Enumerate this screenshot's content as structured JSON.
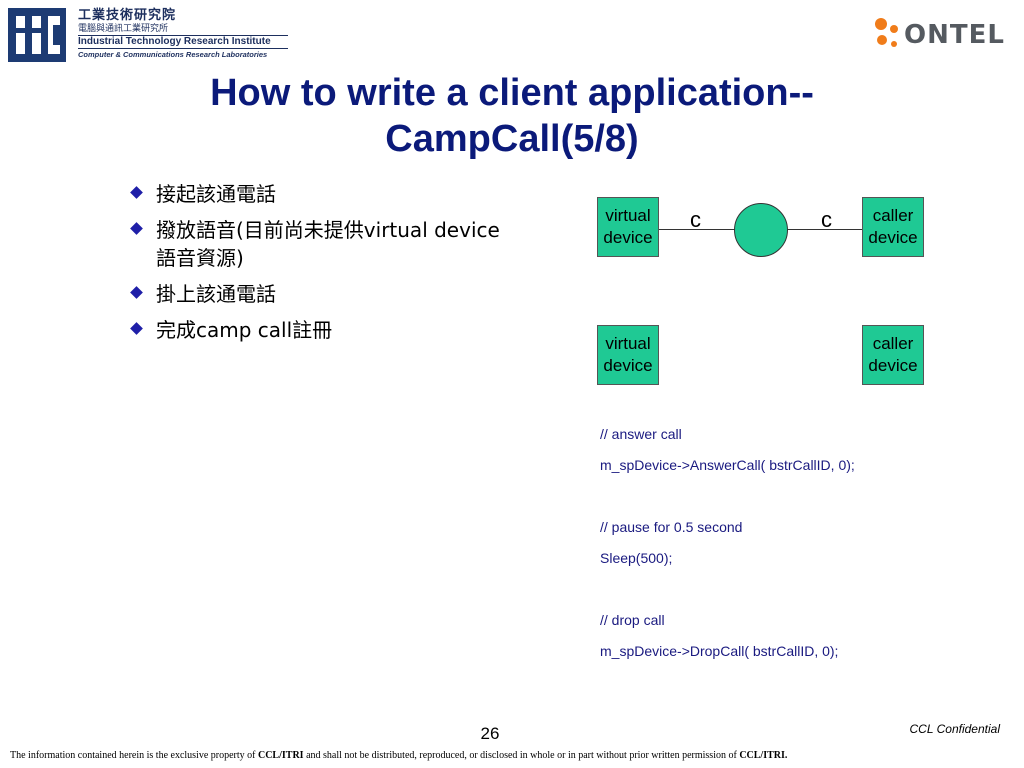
{
  "header": {
    "itri_name_zh": "工業技術研究院",
    "itri_division_zh": "電腦與通訊工業研究所",
    "itri_name_en": "Industrial Technology Research Institute",
    "itri_division_en": "Computer & Communications Research Laboratories",
    "ontel_logo_text": "ONTEL"
  },
  "title": "How to write a client application--CampCall(5/8)",
  "bullets": [
    {
      "text": "接起該通電話"
    },
    {
      "text": "撥放語音(目前尚未提供virtual device語音資源)"
    },
    {
      "text": "掛上該通電話"
    },
    {
      "text": "完成camp call註冊"
    }
  ],
  "diagram": {
    "top_left_box": {
      "line1": "virtual",
      "line2": "device"
    },
    "top_right_box": {
      "line1": "caller",
      "line2": "device"
    },
    "left_connection_label": "c",
    "right_connection_label": "c",
    "bottom_left_box": {
      "line1": "virtual",
      "line2": "device"
    },
    "bottom_right_box": {
      "line1": "caller",
      "line2": "device"
    },
    "box_color": "#1fc994"
  },
  "code_lines": [
    "// answer call",
    "m_spDevice->AnswerCall( bstrCallID, 0);",
    "",
    "// pause for 0.5 second",
    "Sleep(500);",
    "",
    "// drop call",
    "m_spDevice->DropCall( bstrCallID, 0);"
  ],
  "footer": {
    "page_number": "26",
    "confidential": "CCL Confidential",
    "note_part1": "The information contained herein is the exclusive property of ",
    "note_bold1": "CCL/ITRI",
    "note_part2": " and shall not be distributed, reproduced, or disclosed in whole or in part without prior written permission of ",
    "note_bold2": "CCL/ITRI."
  },
  "colors": {
    "title": "#0b1a7a",
    "bullet_marker": "#1f1fa8",
    "code_text": "#1a1a80",
    "logo_navy": "#1d3b73",
    "ontel_orange": "#f07c1a"
  }
}
